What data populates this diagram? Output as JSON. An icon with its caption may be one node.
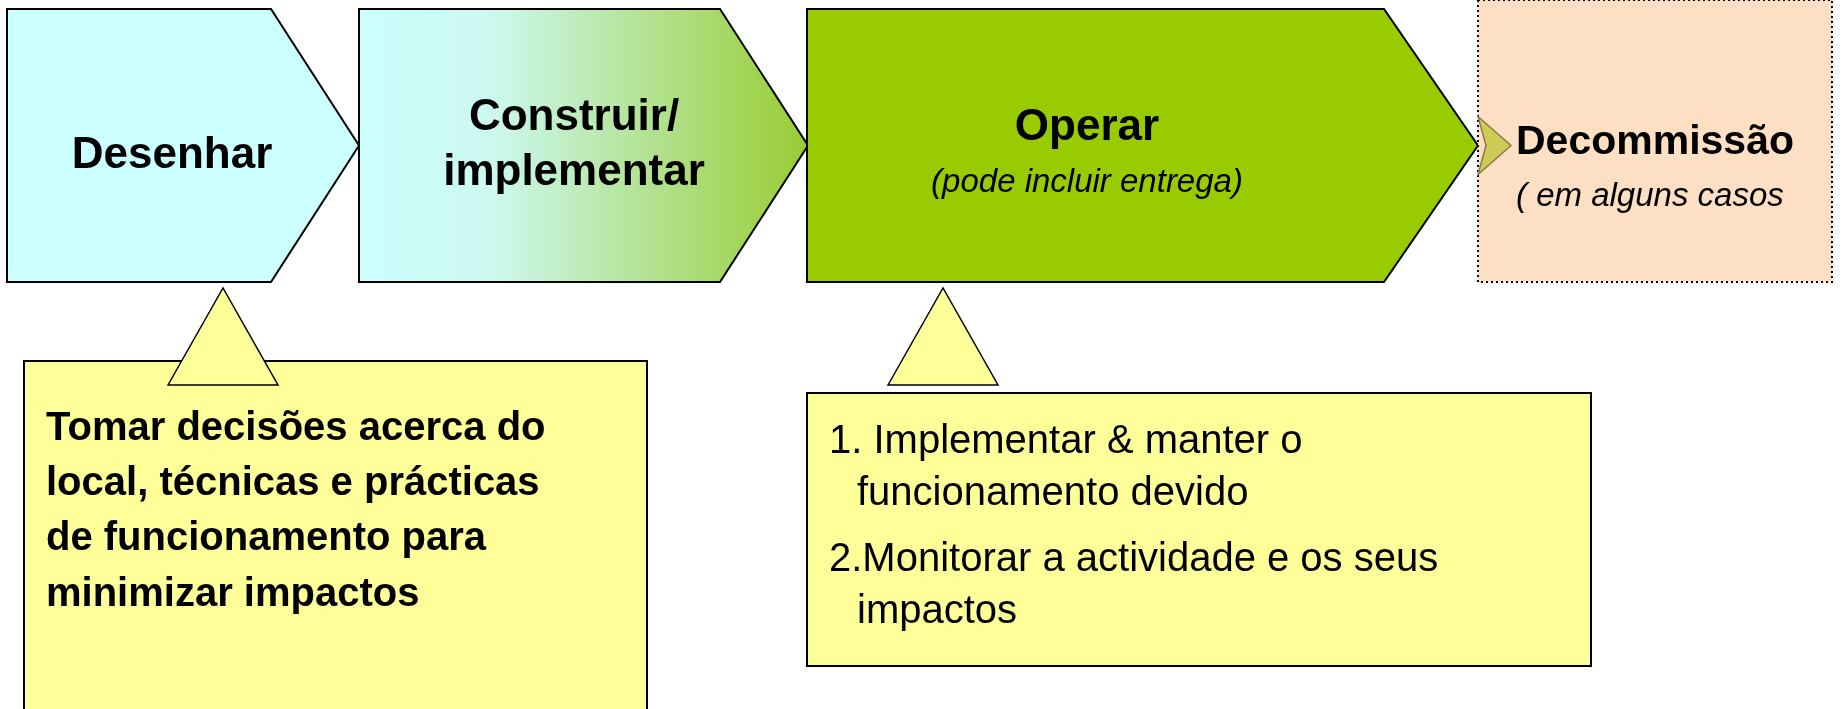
{
  "diagram": {
    "nodes": [
      {
        "text": [
          "Desenhar"
        ]
      },
      {
        "text": [
          "Construir/ implementar"
        ]
      },
      {
        "text": [
          "Operar",
          "(pode incluir entrega)"
        ]
      },
      {
        "text": [
          "Decommissão",
          "( em alguns casos"
        ]
      },
      {
        "text": [
          "Tomar decisões acerca do local, técnicas e prácticas de funcionamento para minimizar impactos"
        ]
      },
      {
        "text": [
          "1. Implementar & manter o funcionamento devido",
          "2.Monitorar a actividade e os seus impactos"
        ]
      }
    ],
    "edges": [
      {
        "from": 4,
        "to": 0,
        "arrow": "to"
      },
      {
        "from": 5,
        "to": 2,
        "arrow": "to"
      },
      {
        "from": 2,
        "to": 3,
        "arrow": "to",
        "color": "#cccc55"
      }
    ]
  }
}
